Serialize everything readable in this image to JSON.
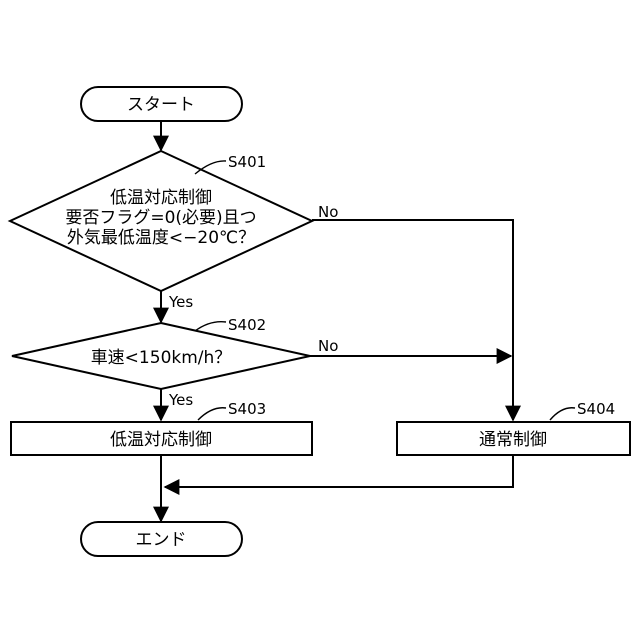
{
  "start": {
    "label": "スタート"
  },
  "end": {
    "label": "エンド"
  },
  "steps": {
    "s401": {
      "id": "S401",
      "lines": [
        "低温対応制御",
        "要否フラグ=0(必要)且つ",
        "外気最低温度<−20℃？"
      ]
    },
    "s402": {
      "id": "S402",
      "label": "車速<150km/h？"
    },
    "s403": {
      "id": "S403",
      "label": "低温対応制御"
    },
    "s404": {
      "id": "S404",
      "label": "通常制御"
    }
  },
  "branches": {
    "yes": "Yes",
    "no": "No"
  }
}
